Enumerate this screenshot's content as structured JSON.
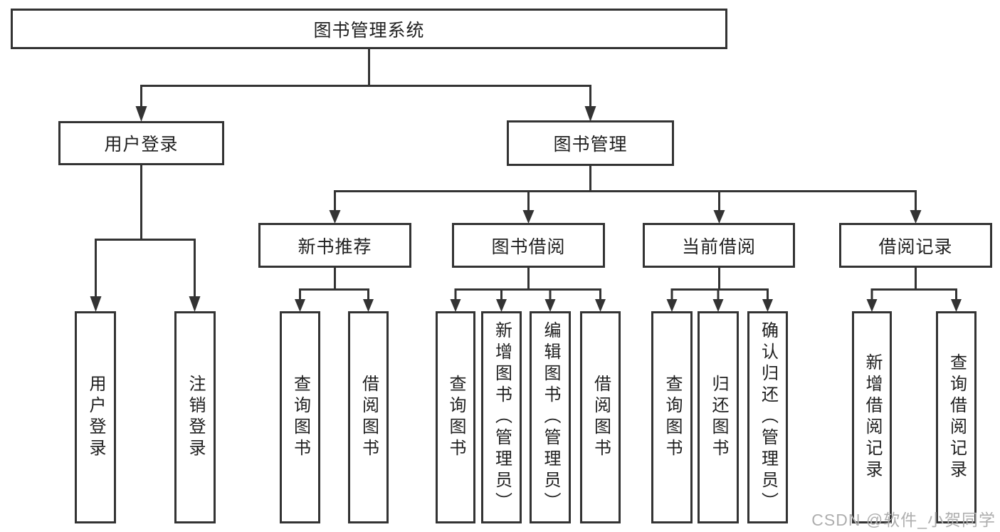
{
  "tree": {
    "root": {
      "label": "图书管理系统",
      "children": [
        {
          "label": "用户登录",
          "children": [
            {
              "label": "用户登录"
            },
            {
              "label": "注销登录"
            }
          ]
        },
        {
          "label": "图书管理",
          "children": [
            {
              "label": "新书推荐",
              "children": [
                {
                  "label": "查询图书"
                },
                {
                  "label": "借阅图书"
                }
              ]
            },
            {
              "label": "图书借阅",
              "children": [
                {
                  "label": "查询图书"
                },
                {
                  "label": "新增图书（管理员）"
                },
                {
                  "label": "编辑图书（管理员）"
                },
                {
                  "label": "借阅图书"
                }
              ]
            },
            {
              "label": "当前借阅",
              "children": [
                {
                  "label": "查询图书"
                },
                {
                  "label": "归还图书"
                },
                {
                  "label": "确认归还（管理员）"
                }
              ]
            },
            {
              "label": "借阅记录",
              "children": [
                {
                  "label": "新增借阅记录"
                },
                {
                  "label": "查询借阅记录"
                }
              ]
            }
          ]
        }
      ]
    }
  },
  "watermark": {
    "text": "CSDN @软件_小贺同学"
  },
  "colors": {
    "line": "#333333",
    "text": "#1f1f1f",
    "background": "#ffffff",
    "watermark": "#aeaeae"
  }
}
